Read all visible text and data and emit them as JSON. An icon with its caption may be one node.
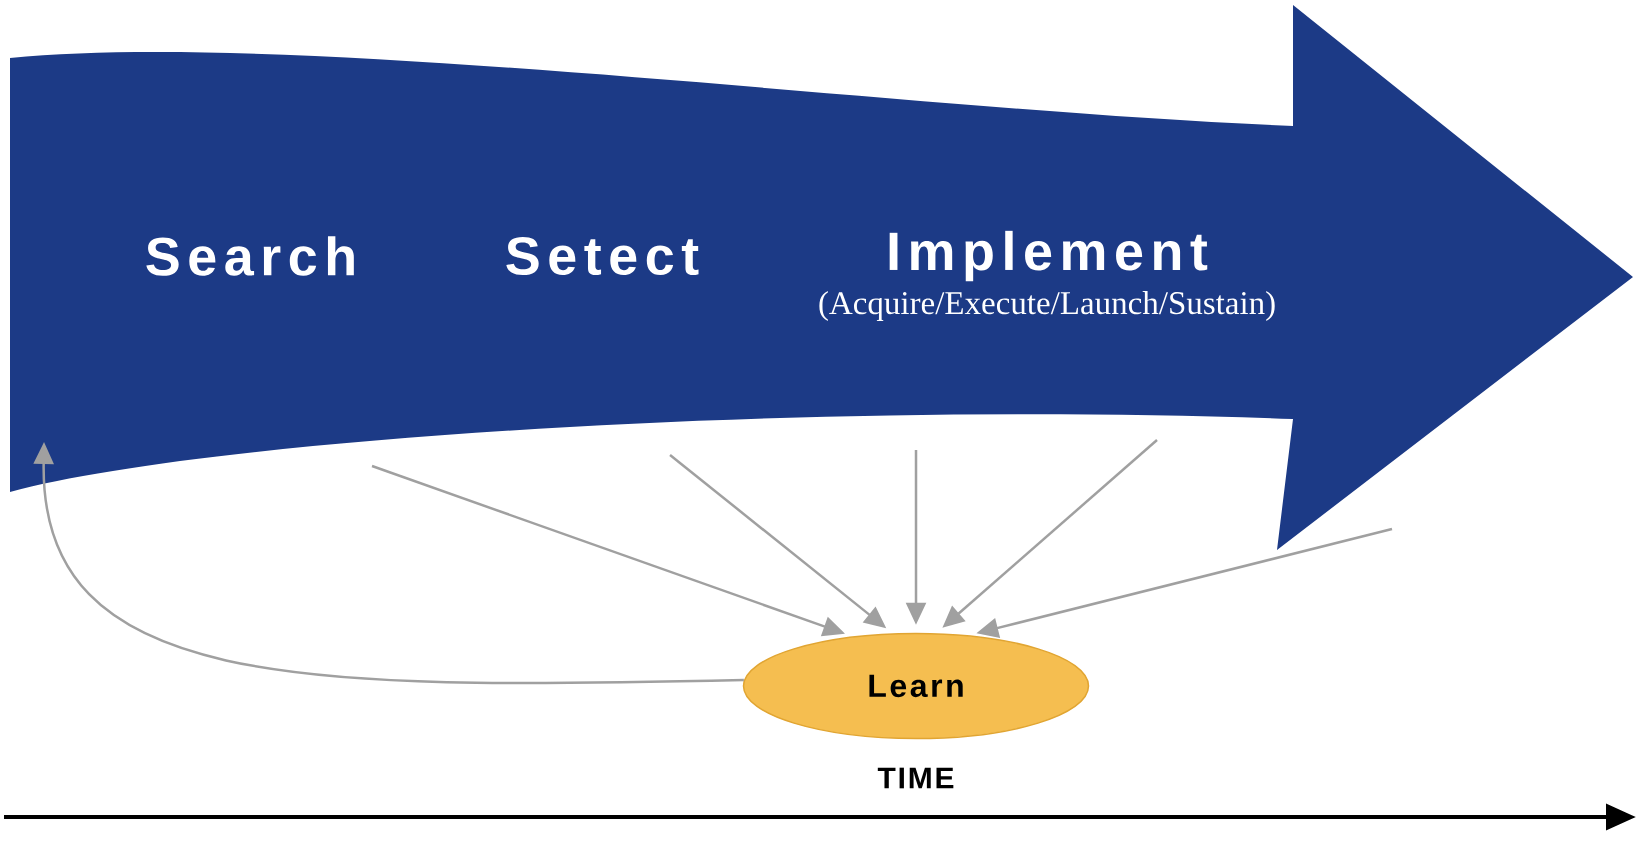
{
  "diagram": {
    "nodes": [
      {
        "text": [
          "Search",
          "Setect",
          "Implement",
          "(Acquire/Execute/Launch/Sustain)"
        ]
      },
      {
        "text": [
          "Learn"
        ]
      }
    ],
    "edges": [
      {
        "from": 0,
        "to": 1,
        "arrow": "to"
      },
      {
        "from": 0,
        "to": 1,
        "arrow": "to"
      },
      {
        "from": 0,
        "to": 1,
        "arrow": "to"
      },
      {
        "from": 0,
        "to": 1,
        "arrow": "to"
      },
      {
        "from": 0,
        "to": 1,
        "arrow": "to"
      },
      {
        "from": 1,
        "to": 0,
        "arrow": "to"
      }
    ],
    "labels": [
      "TIME"
    ]
  }
}
